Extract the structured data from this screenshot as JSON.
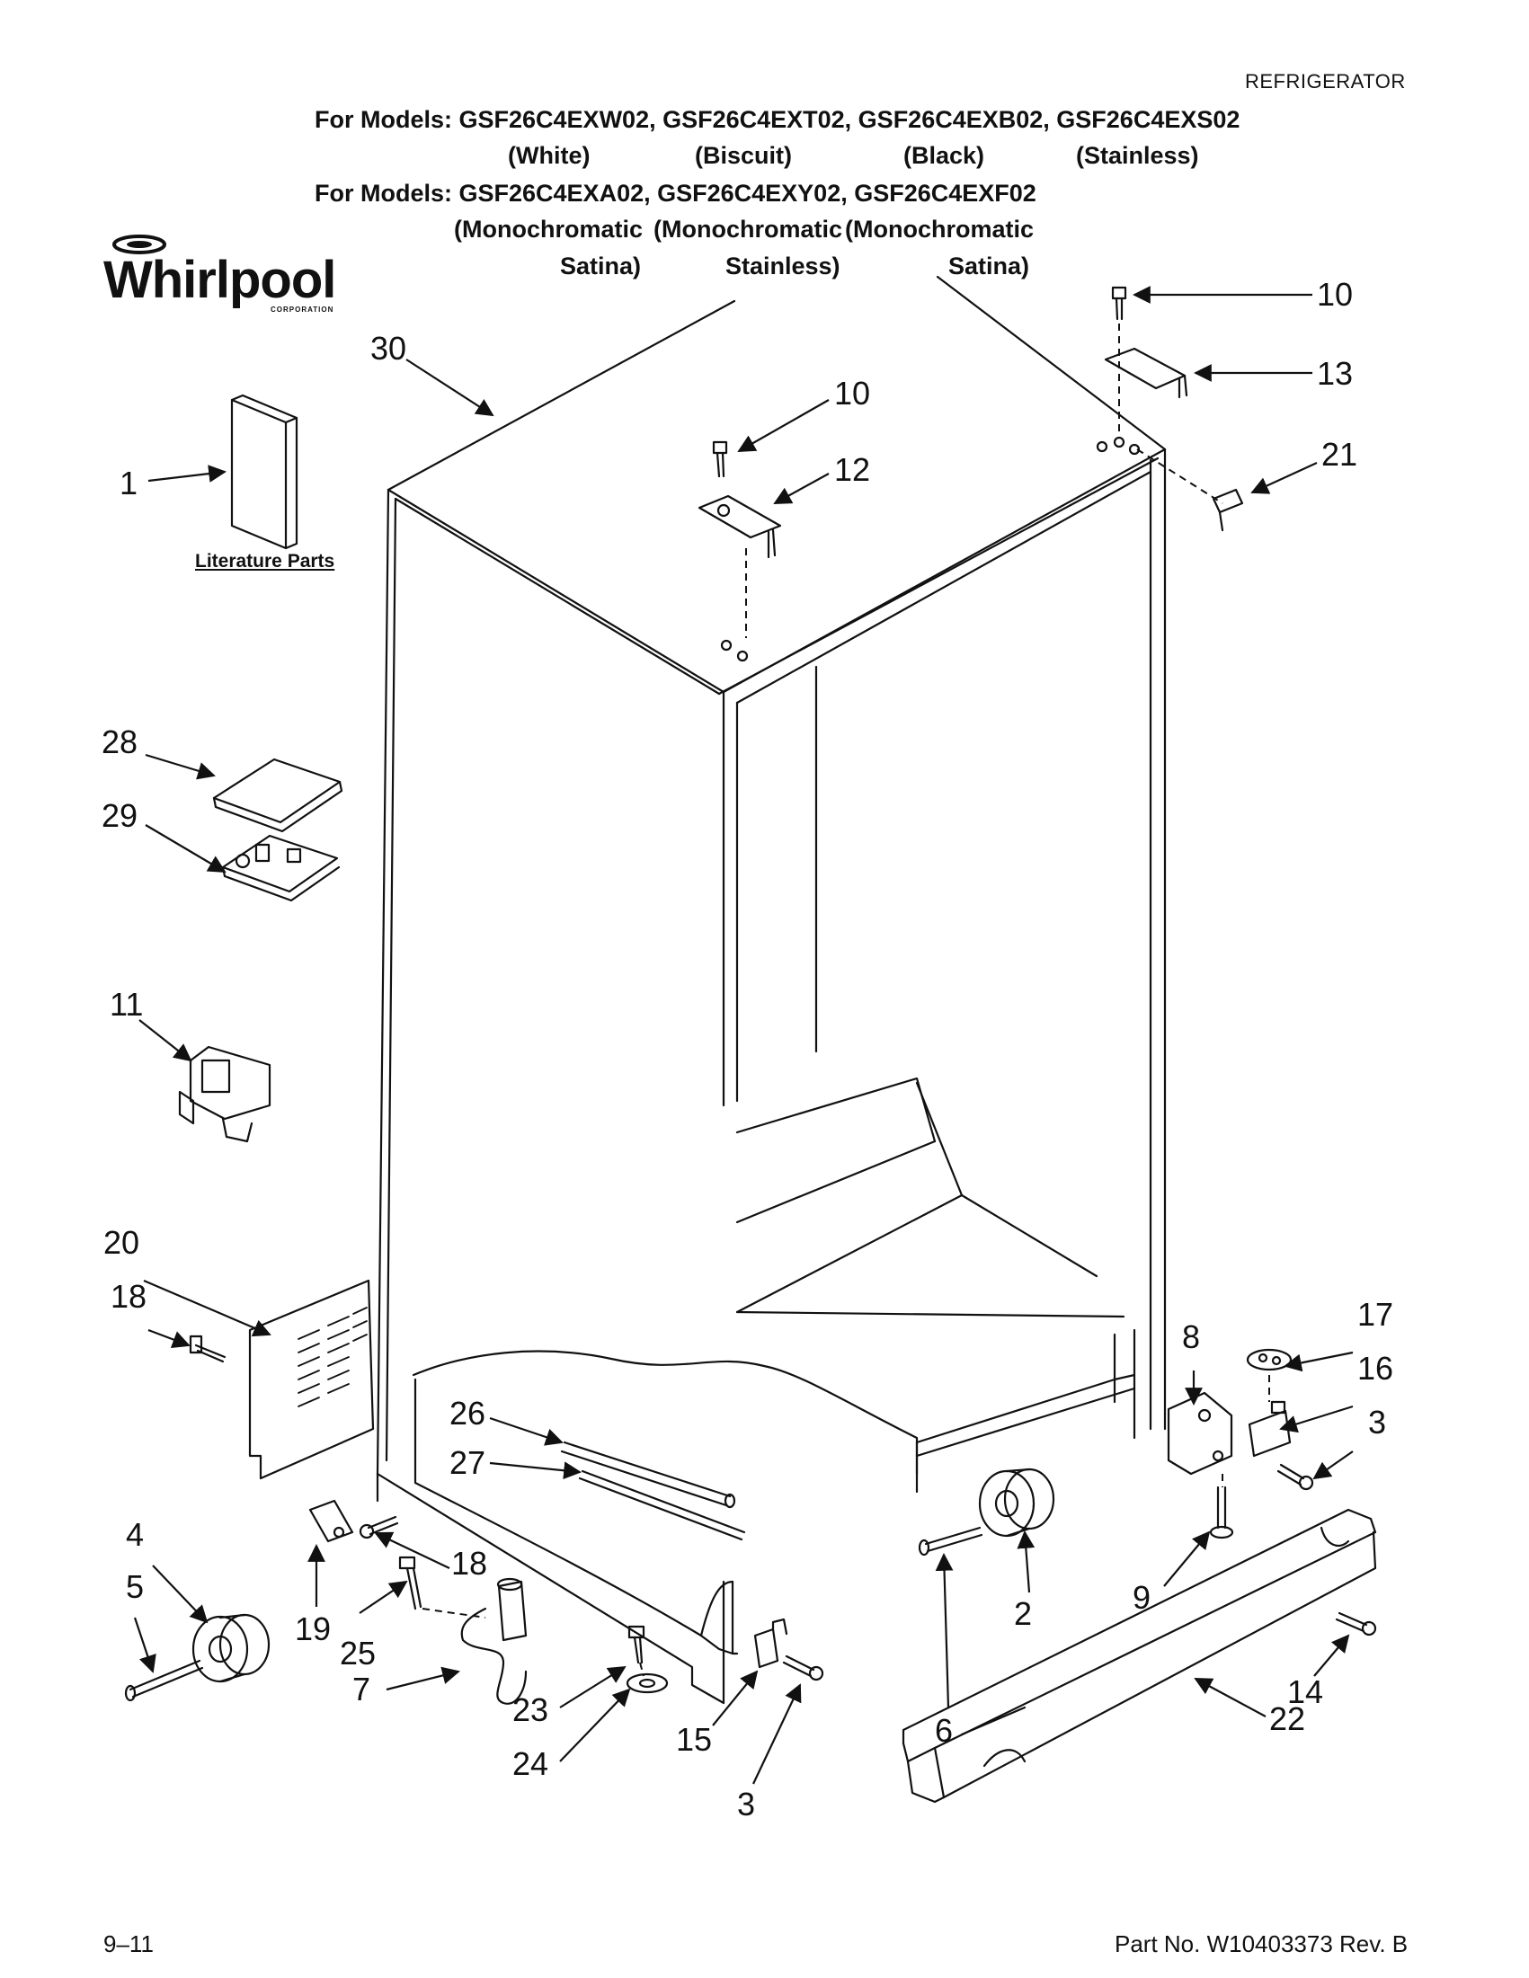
{
  "header": {
    "category": "REFRIGERATOR",
    "models_line1": "For Models: GSF26C4EXW02, GSF26C4EXT02, GSF26C4EXB02, GSF26C4EXS02",
    "colors_line1": [
      "(White)",
      "(Biscuit)",
      "(Black)",
      "(Stainless)"
    ],
    "models_line2": "For Models: GSF26C4EXA02, GSF26C4EXY02, GSF26C4EXF02",
    "colors_line2_top": [
      "(Monochromatic",
      "(Monochromatic",
      "(Monochromatic"
    ],
    "colors_line2_bottom": [
      "Satina)",
      "Stainless)",
      "Satina)"
    ]
  },
  "logo": {
    "brand": "Whirlpool",
    "sub": "CORPORATION"
  },
  "labels": {
    "literature": "Literature Parts"
  },
  "callouts": [
    "30",
    "10",
    "13",
    "21",
    "10",
    "12",
    "1",
    "28",
    "29",
    "11",
    "20",
    "18",
    "26",
    "27",
    "8",
    "17",
    "16",
    "3",
    "4",
    "5",
    "19",
    "25",
    "18",
    "7",
    "23",
    "24",
    "15",
    "3",
    "6",
    "2",
    "9",
    "14",
    "22"
  ],
  "footer": {
    "page": "9–11",
    "part_no": "Part No. W10403373 Rev. B"
  }
}
